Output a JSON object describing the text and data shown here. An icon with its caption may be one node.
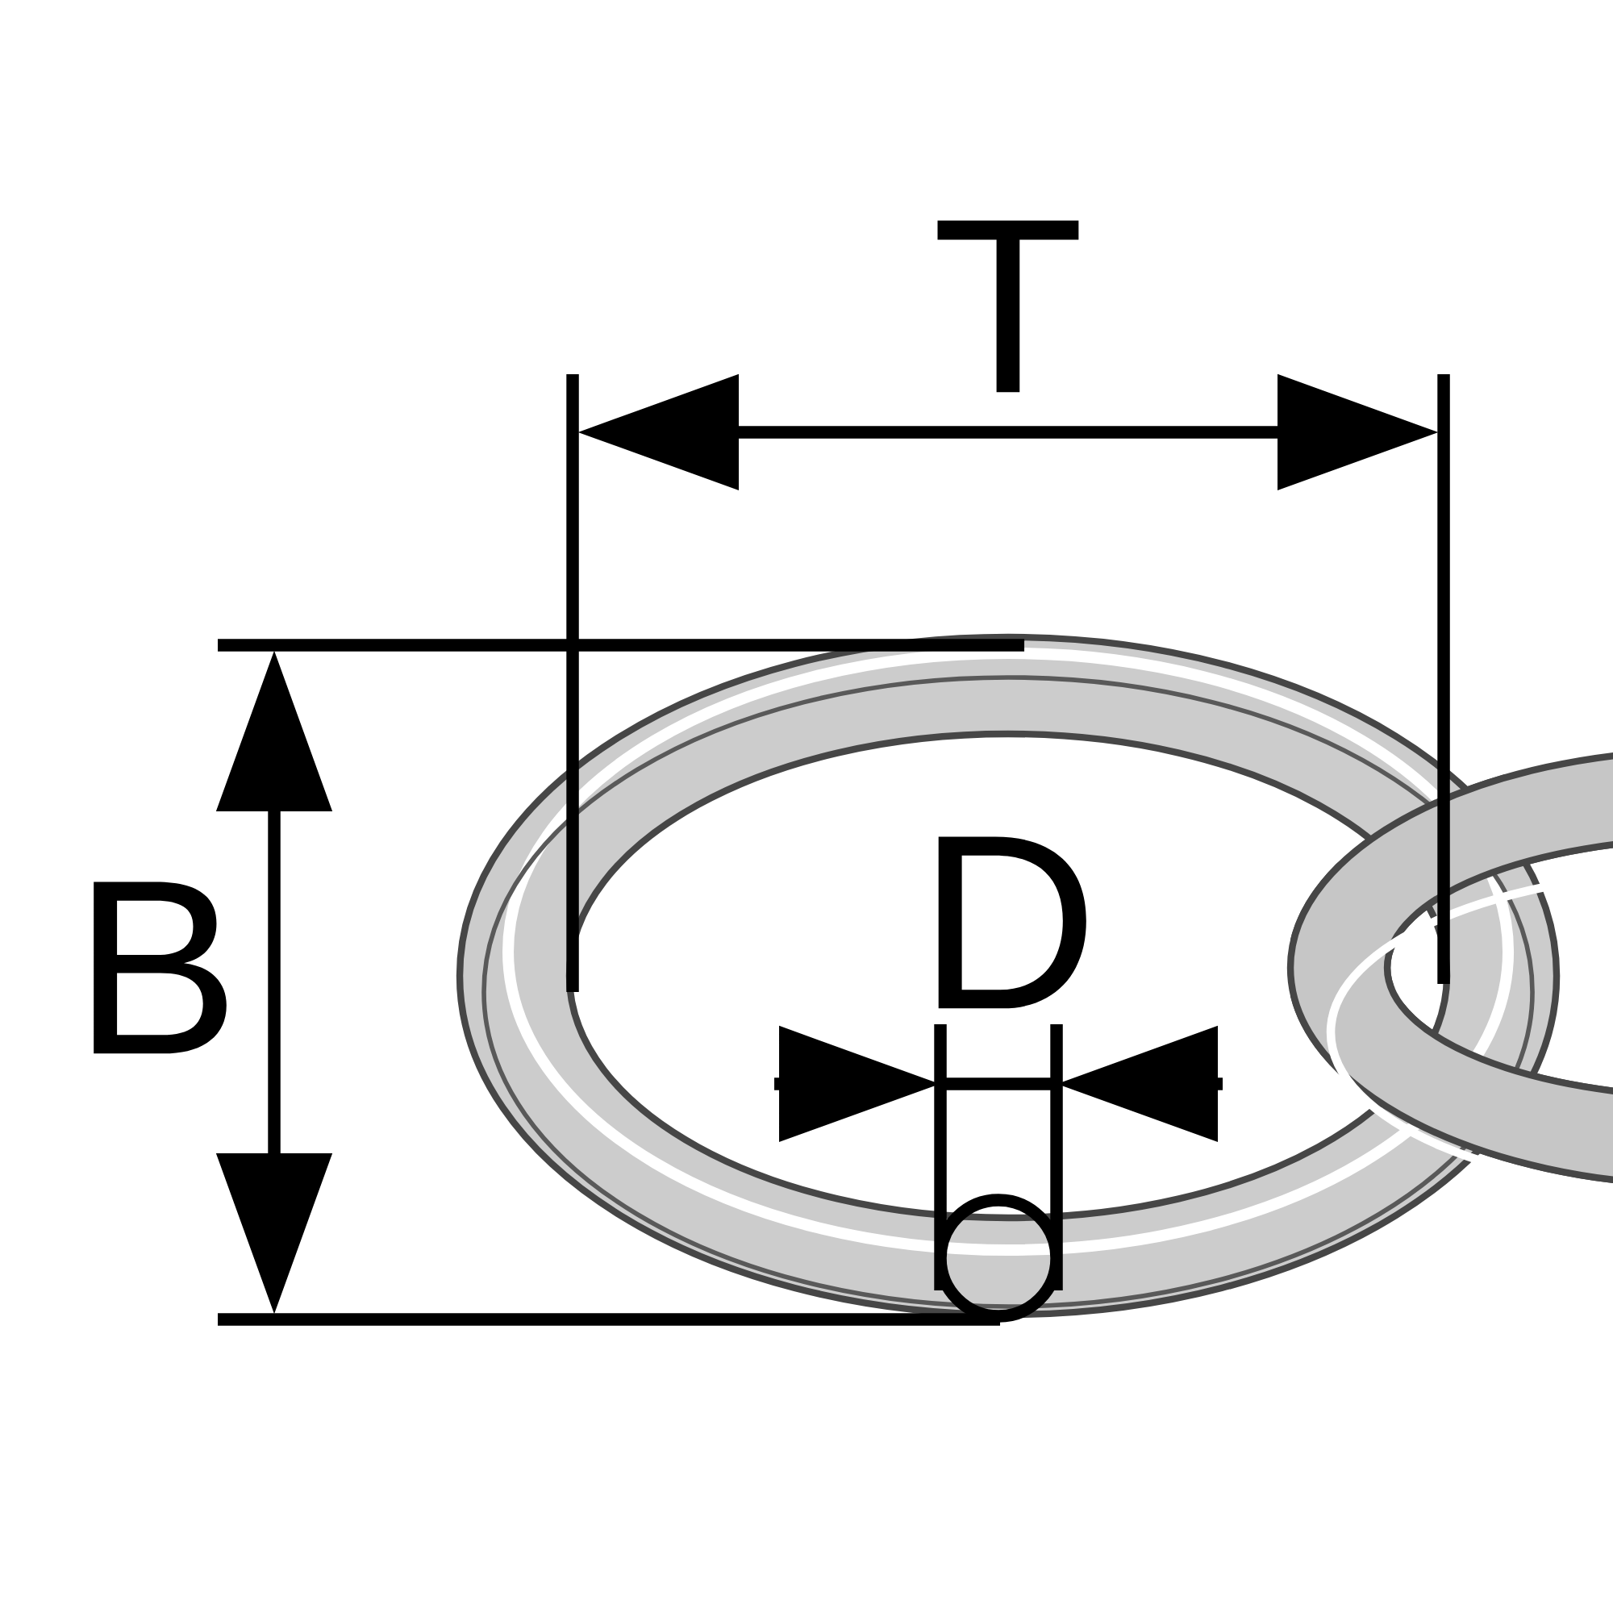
{
  "diagram": {
    "labels": [
      "T",
      "B",
      "D"
    ]
  }
}
